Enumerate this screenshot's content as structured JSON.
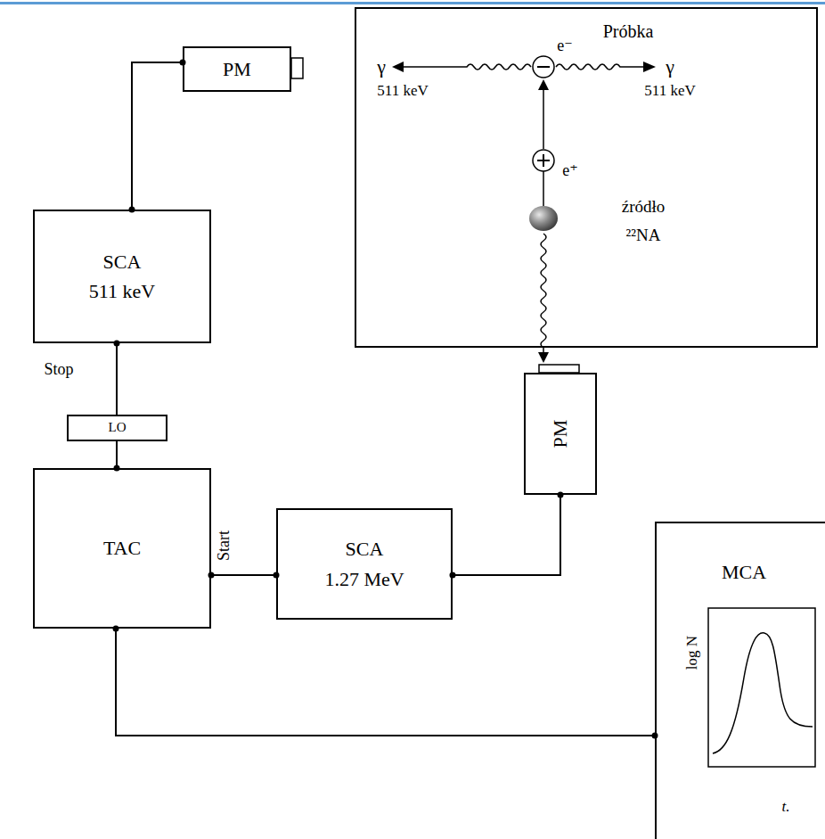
{
  "diagram": {
    "nodes": [
      {
        "text": [
          "Próbka"
        ]
      },
      {
        "text": [
          "PM"
        ]
      },
      {
        "text": [
          "SCA",
          "511 keV"
        ]
      },
      {
        "text": [
          "LO"
        ]
      },
      {
        "text": [
          "TAC"
        ]
      },
      {
        "text": [
          "PM"
        ]
      },
      {
        "text": [
          "SCA",
          "1.27 MeV"
        ]
      },
      {
        "text": [
          "MCA"
        ]
      }
    ],
    "edges": [
      {
        "from": 1,
        "to": 2,
        "arrow": "none"
      },
      {
        "from": 2,
        "to": 3,
        "label": "Stop",
        "arrow": "none"
      },
      {
        "from": 3,
        "to": 4,
        "arrow": "none"
      },
      {
        "from": 6,
        "to": 4,
        "label": "Start",
        "arrow": "none"
      },
      {
        "from": 5,
        "to": 6,
        "arrow": "none"
      },
      {
        "from": 4,
        "to": 7,
        "arrow": "none"
      }
    ],
    "labels": [
      "γ",
      "511 keV",
      "e⁻",
      "γ",
      "511 keV",
      "e⁺",
      "źródło",
      "²²NA",
      "log N",
      "t."
    ]
  }
}
